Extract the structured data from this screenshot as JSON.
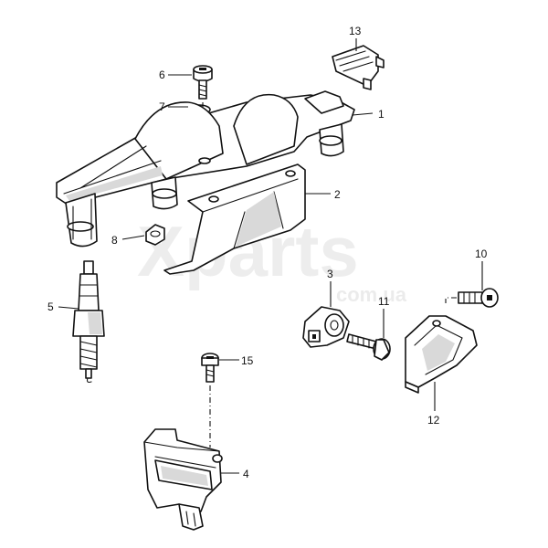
{
  "watermark": {
    "main": "Xparts",
    "sub": "com.ua"
  },
  "callouts": {
    "c1": "1",
    "c2": "2",
    "c3": "3",
    "c4": "4",
    "c5": "5",
    "c6": "6",
    "c7": "7",
    "c8": "8",
    "c10": "10",
    "c11": "11",
    "c12": "12",
    "c13": "13",
    "c15": "15"
  }
}
